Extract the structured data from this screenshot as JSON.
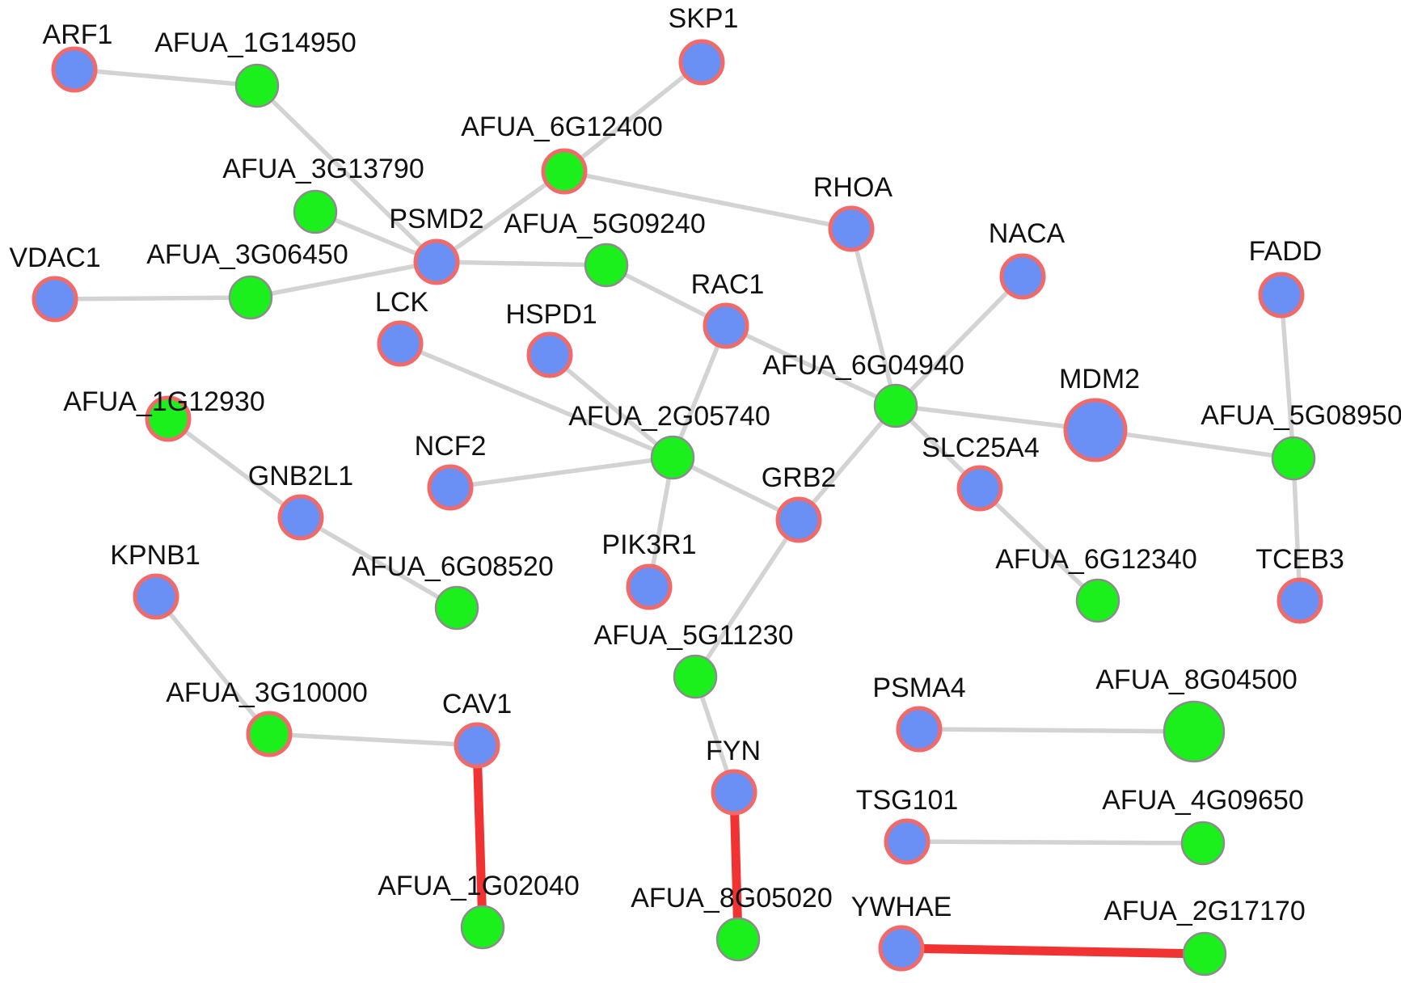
{
  "colors": {
    "background": "#ffffff",
    "human_fill": "#6a8ff5",
    "human_stroke": "#f06a6a",
    "fungal_fill": "#1cf01c",
    "fungal_stroke": "#8c8c8c",
    "edge_normal": "#d3d3d3",
    "edge_highlight": "#f03232"
  },
  "nodes": [
    {
      "id": "ARF1",
      "label": "ARF1",
      "kind": "human"
    },
    {
      "id": "AFUA_1G14950",
      "label": "AFUA_1G14950",
      "kind": "fungal"
    },
    {
      "id": "SKP1",
      "label": "SKP1",
      "kind": "human"
    },
    {
      "id": "AFUA_6G12400",
      "label": "AFUA_6G12400",
      "kind": "mixed"
    },
    {
      "id": "AFUA_3G13790",
      "label": "AFUA_3G13790",
      "kind": "fungal"
    },
    {
      "id": "RHOA",
      "label": "RHOA",
      "kind": "human"
    },
    {
      "id": "PSMD2",
      "label": "PSMD2",
      "kind": "human"
    },
    {
      "id": "AFUA_5G09240",
      "label": "AFUA_5G09240",
      "kind": "fungal"
    },
    {
      "id": "NACA",
      "label": "NACA",
      "kind": "human"
    },
    {
      "id": "FADD",
      "label": "FADD",
      "kind": "human"
    },
    {
      "id": "VDAC1",
      "label": "VDAC1",
      "kind": "human"
    },
    {
      "id": "AFUA_3G06450",
      "label": "AFUA_3G06450",
      "kind": "fungal"
    },
    {
      "id": "LCK",
      "label": "LCK",
      "kind": "human"
    },
    {
      "id": "RAC1",
      "label": "RAC1",
      "kind": "human"
    },
    {
      "id": "HSPD1",
      "label": "HSPD1",
      "kind": "human"
    },
    {
      "id": "AFUA_6G04940",
      "label": "AFUA_6G04940",
      "kind": "fungal"
    },
    {
      "id": "MDM2",
      "label": "MDM2",
      "kind": "human",
      "size": "large"
    },
    {
      "id": "AFUA_1G12930",
      "label": "AFUA_1G12930",
      "kind": "mixed"
    },
    {
      "id": "AFUA_2G05740",
      "label": "AFUA_2G05740",
      "kind": "fungal"
    },
    {
      "id": "AFUA_5G08950",
      "label": "AFUA_5G08950",
      "kind": "fungal"
    },
    {
      "id": "NCF2",
      "label": "NCF2",
      "kind": "human"
    },
    {
      "id": "SLC25A4",
      "label": "SLC25A4",
      "kind": "human"
    },
    {
      "id": "GNB2L1",
      "label": "GNB2L1",
      "kind": "human"
    },
    {
      "id": "GRB2",
      "label": "GRB2",
      "kind": "human"
    },
    {
      "id": "KPNB1",
      "label": "KPNB1",
      "kind": "human"
    },
    {
      "id": "PIK3R1",
      "label": "PIK3R1",
      "kind": "human"
    },
    {
      "id": "AFUA_6G08520",
      "label": "AFUA_6G08520",
      "kind": "fungal"
    },
    {
      "id": "AFUA_6G12340",
      "label": "AFUA_6G12340",
      "kind": "fungal"
    },
    {
      "id": "TCEB3",
      "label": "TCEB3",
      "kind": "human"
    },
    {
      "id": "AFUA_5G11230",
      "label": "AFUA_5G11230",
      "kind": "fungal"
    },
    {
      "id": "PSMA4",
      "label": "PSMA4",
      "kind": "human"
    },
    {
      "id": "AFUA_8G04500",
      "label": "AFUA_8G04500",
      "kind": "fungal",
      "size": "large"
    },
    {
      "id": "AFUA_3G10000",
      "label": "AFUA_3G10000",
      "kind": "mixed"
    },
    {
      "id": "CAV1",
      "label": "CAV1",
      "kind": "human"
    },
    {
      "id": "FYN",
      "label": "FYN",
      "kind": "human"
    },
    {
      "id": "TSG101",
      "label": "TSG101",
      "kind": "human"
    },
    {
      "id": "AFUA_4G09650",
      "label": "AFUA_4G09650",
      "kind": "fungal"
    },
    {
      "id": "AFUA_1G02040",
      "label": "AFUA_1G02040",
      "kind": "fungal"
    },
    {
      "id": "AFUA_8G05020",
      "label": "AFUA_8G05020",
      "kind": "fungal"
    },
    {
      "id": "YWHAE",
      "label": "YWHAE",
      "kind": "human"
    },
    {
      "id": "AFUA_2G17170",
      "label": "AFUA_2G17170",
      "kind": "fungal"
    }
  ],
  "edges": [
    {
      "source": "ARF1",
      "target": "AFUA_1G14950",
      "style": "normal"
    },
    {
      "source": "AFUA_1G14950",
      "target": "PSMD2",
      "style": "normal"
    },
    {
      "source": "AFUA_3G13790",
      "target": "PSMD2",
      "style": "normal"
    },
    {
      "source": "AFUA_3G06450",
      "target": "PSMD2",
      "style": "normal"
    },
    {
      "source": "VDAC1",
      "target": "AFUA_3G06450",
      "style": "normal"
    },
    {
      "source": "PSMD2",
      "target": "AFUA_6G12400",
      "style": "normal"
    },
    {
      "source": "PSMD2",
      "target": "AFUA_5G09240",
      "style": "normal"
    },
    {
      "source": "SKP1",
      "target": "AFUA_6G12400",
      "style": "normal"
    },
    {
      "source": "AFUA_6G12400",
      "target": "RHOA",
      "style": "normal"
    },
    {
      "source": "AFUA_5G09240",
      "target": "RAC1",
      "style": "normal"
    },
    {
      "source": "RHOA",
      "target": "AFUA_6G04940",
      "style": "normal"
    },
    {
      "source": "NACA",
      "target": "AFUA_6G04940",
      "style": "normal"
    },
    {
      "source": "RAC1",
      "target": "AFUA_6G04940",
      "style": "normal"
    },
    {
      "source": "RAC1",
      "target": "AFUA_2G05740",
      "style": "normal"
    },
    {
      "source": "LCK",
      "target": "AFUA_2G05740",
      "style": "normal"
    },
    {
      "source": "HSPD1",
      "target": "AFUA_2G05740",
      "style": "normal"
    },
    {
      "source": "NCF2",
      "target": "AFUA_2G05740",
      "style": "normal"
    },
    {
      "source": "AFUA_2G05740",
      "target": "GRB2",
      "style": "normal"
    },
    {
      "source": "AFUA_2G05740",
      "target": "PIK3R1",
      "style": "normal"
    },
    {
      "source": "AFUA_6G04940",
      "target": "MDM2",
      "style": "normal"
    },
    {
      "source": "AFUA_6G04940",
      "target": "GRB2",
      "style": "normal"
    },
    {
      "source": "AFUA_6G04940",
      "target": "SLC25A4",
      "style": "normal"
    },
    {
      "source": "SLC25A4",
      "target": "AFUA_6G12340",
      "style": "normal"
    },
    {
      "source": "MDM2",
      "target": "AFUA_5G08950",
      "style": "normal"
    },
    {
      "source": "FADD",
      "target": "AFUA_5G08950",
      "style": "normal"
    },
    {
      "source": "AFUA_5G08950",
      "target": "TCEB3",
      "style": "normal"
    },
    {
      "source": "GRB2",
      "target": "AFUA_5G11230",
      "style": "normal"
    },
    {
      "source": "AFUA_5G11230",
      "target": "FYN",
      "style": "normal"
    },
    {
      "source": "AFUA_1G12930",
      "target": "GNB2L1",
      "style": "normal"
    },
    {
      "source": "GNB2L1",
      "target": "AFUA_6G08520",
      "style": "normal"
    },
    {
      "source": "KPNB1",
      "target": "AFUA_3G10000",
      "style": "normal"
    },
    {
      "source": "AFUA_3G10000",
      "target": "CAV1",
      "style": "normal"
    },
    {
      "source": "CAV1",
      "target": "AFUA_1G02040",
      "style": "highlight"
    },
    {
      "source": "FYN",
      "target": "AFUA_8G05020",
      "style": "highlight"
    },
    {
      "source": "PSMA4",
      "target": "AFUA_8G04500",
      "style": "normal"
    },
    {
      "source": "TSG101",
      "target": "AFUA_4G09650",
      "style": "normal"
    },
    {
      "source": "YWHAE",
      "target": "AFUA_2G17170",
      "style": "highlight"
    }
  ]
}
